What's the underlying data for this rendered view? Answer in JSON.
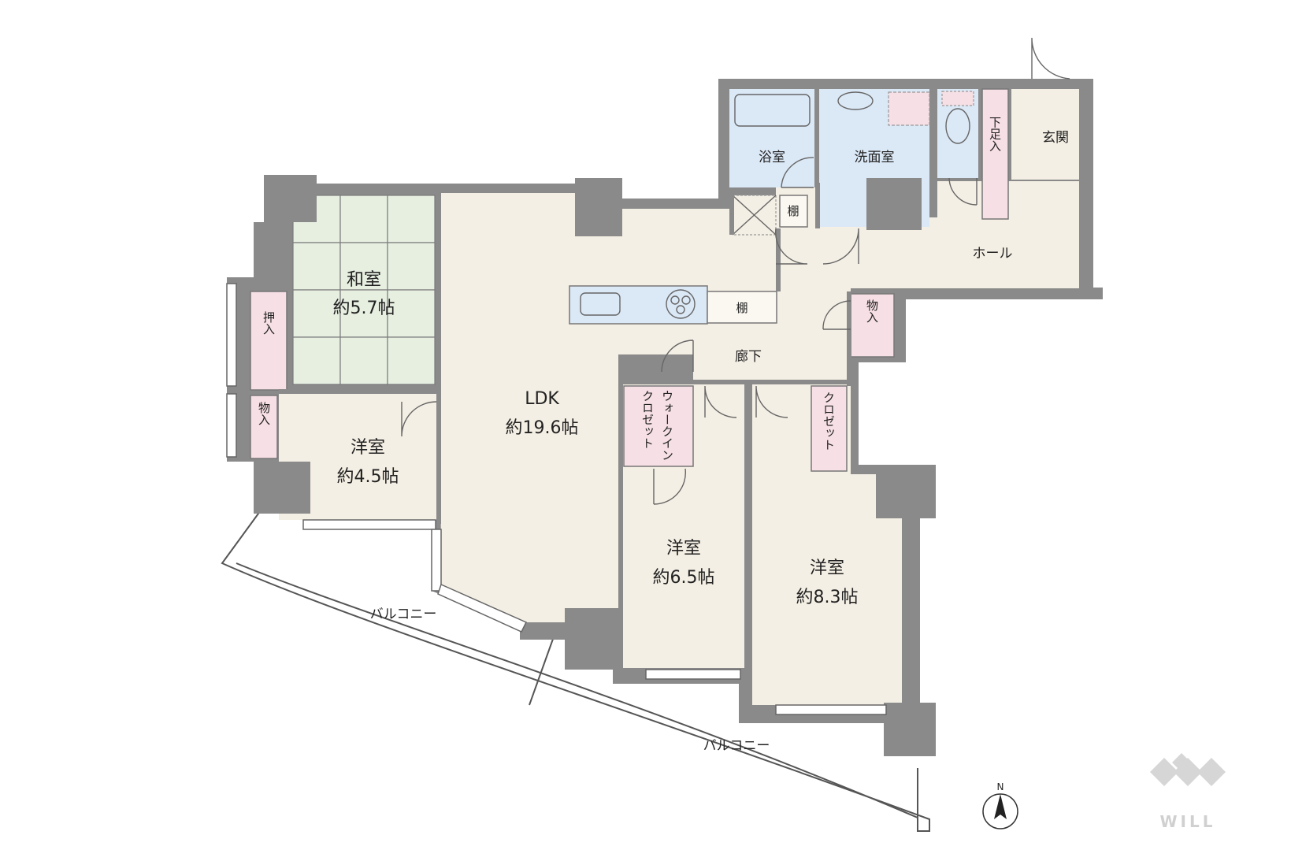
{
  "rooms": {
    "washitsu": {
      "name": "和室",
      "size": "約5.7帖"
    },
    "ldk": {
      "name": "LDK",
      "size": "約19.6帖"
    },
    "yoshitsu_a": {
      "name": "洋室",
      "size": "約4.5帖"
    },
    "yoshitsu_b": {
      "name": "洋室",
      "size": "約6.5帖"
    },
    "yoshitsu_c": {
      "name": "洋室",
      "size": "約8.3帖"
    },
    "bath": {
      "name": "浴室"
    },
    "washroom": {
      "name": "洗面室"
    },
    "entrance": {
      "name": "玄関"
    },
    "hall": {
      "name": "ホール"
    },
    "corridor": {
      "name": "廊下"
    }
  },
  "storage": {
    "oshiire": "押入",
    "monoire_left": "物入",
    "monoire_hall": "物入",
    "getabako": "下足入",
    "walkin_line1": "ウォークイン",
    "walkin_line2": "クロゼット",
    "closet": "クロゼット",
    "tana_kitchen": "棚",
    "tana_wash": "棚"
  },
  "balcony": {
    "left": "バルコニー",
    "right": "バルコニー"
  },
  "compass": {
    "north": "N"
  },
  "logo": {
    "text": "WILL"
  },
  "colors": {
    "wall": "#8a8a8a",
    "floor": "#f4efe4",
    "wet_area": "#dbe8f6",
    "storage": "#f6dfe5",
    "tatami": "#e7efe1"
  }
}
